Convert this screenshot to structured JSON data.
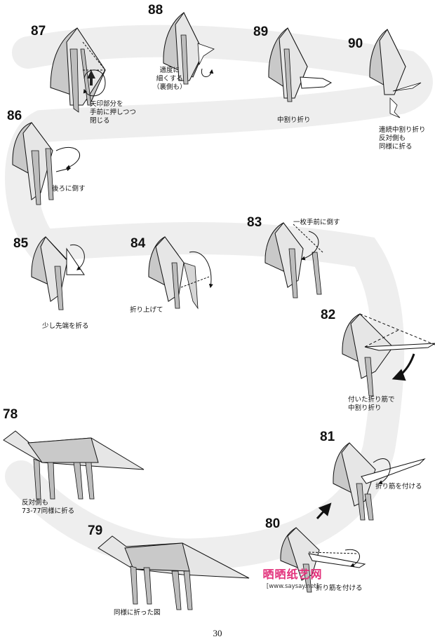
{
  "page_number": "30",
  "watermark": {
    "site_name": "晒晒纸艺网",
    "url": "[www.saysay.net]"
  },
  "colors": {
    "paper_gray": "#c9c9c9",
    "paper_light": "#e6e6e6",
    "path_band": "#eeeeee",
    "ink": "#111111",
    "watermark": "#e2307a"
  },
  "steps": [
    {
      "number": "87",
      "caption": "矢印部分を\n手前に押しつつ\n閉じる"
    },
    {
      "number": "88",
      "caption": "適度に\n細くする\n（裏側も）"
    },
    {
      "number": "89",
      "caption": "中割り折り"
    },
    {
      "number": "90",
      "caption": "連続中割り折り\n反対側も\n同様に折る"
    },
    {
      "number": "86",
      "caption": "後ろに倒す"
    },
    {
      "number": "85",
      "caption": "少し先端を折る"
    },
    {
      "number": "84",
      "caption": "折り上げて"
    },
    {
      "number": "83",
      "caption": "一枚手前に倒す"
    },
    {
      "number": "82",
      "caption": "付いた折り筋で\n中割り折り"
    },
    {
      "number": "78",
      "caption": "反対側も\n73-77同様に折る"
    },
    {
      "number": "81",
      "caption": "折り筋を付ける"
    },
    {
      "number": "79",
      "caption": "同様に折った図"
    },
    {
      "number": "80",
      "caption": "折り筋を付ける"
    }
  ]
}
